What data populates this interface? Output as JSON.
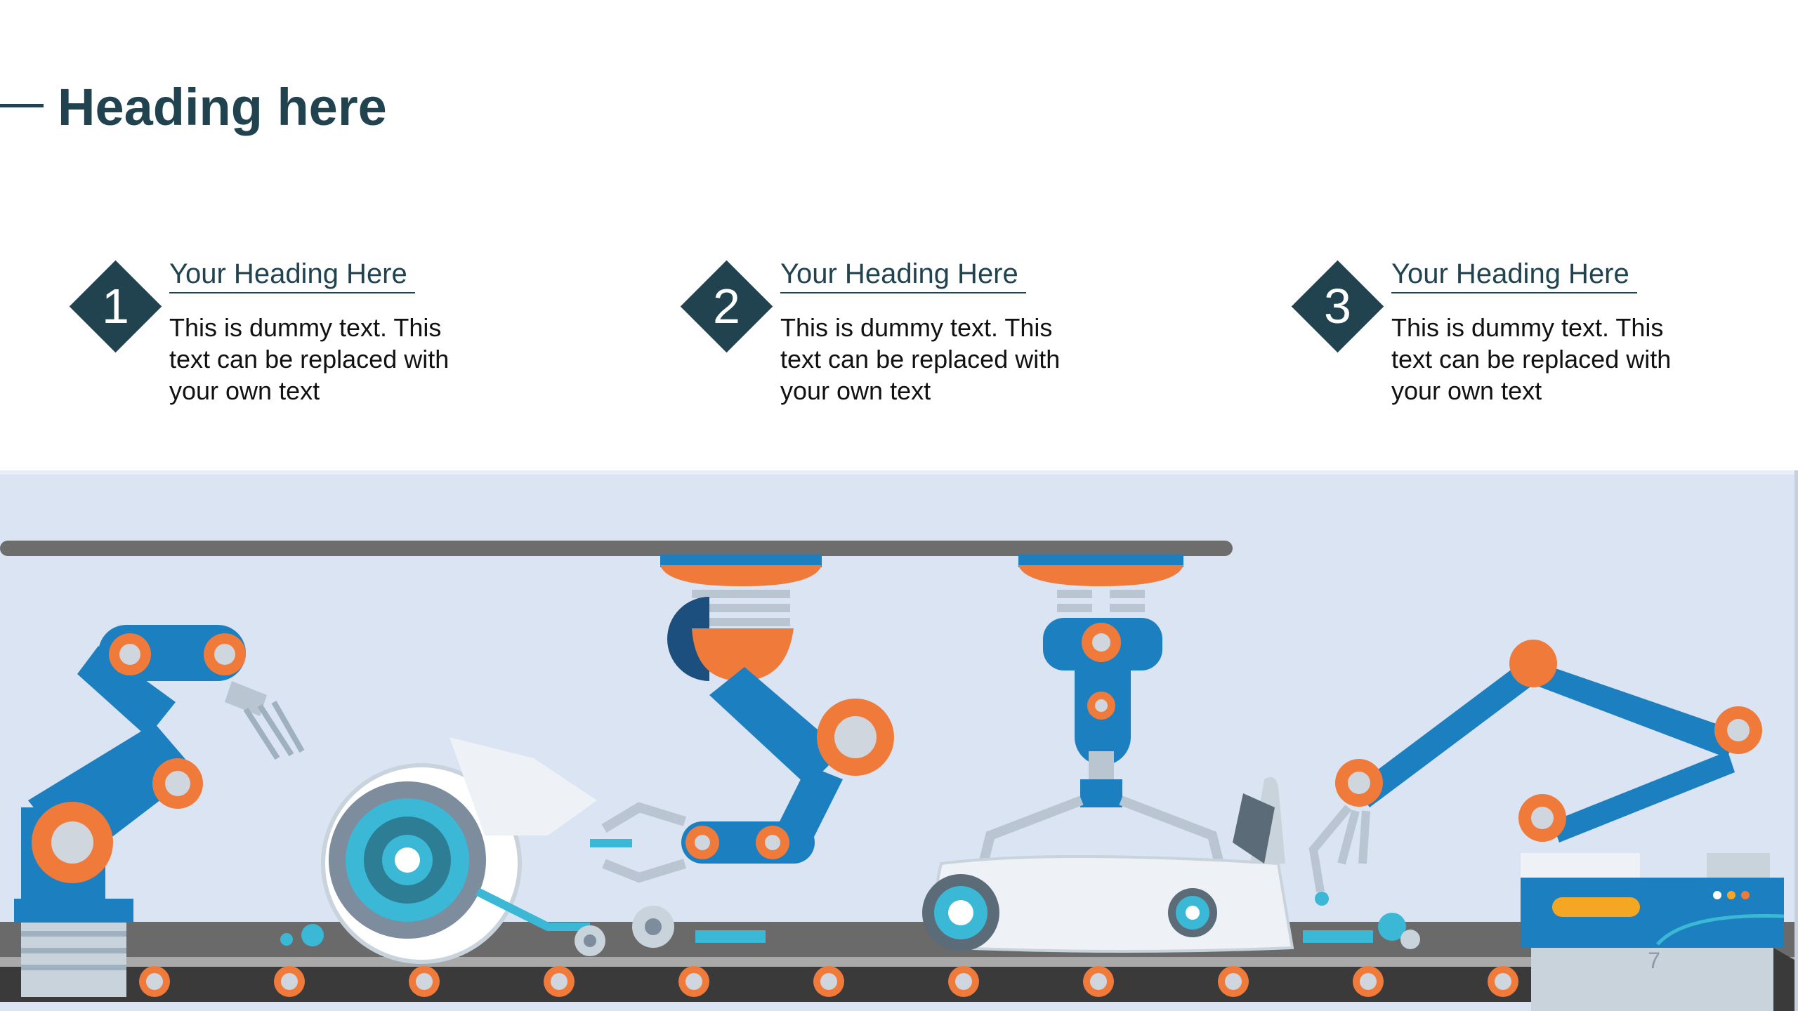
{
  "slide": {
    "title": "Heading here",
    "page_number": "7"
  },
  "items": [
    {
      "number": "1",
      "heading": "Your Heading Here",
      "body": "This is dummy text. This text can be replaced with your own text"
    },
    {
      "number": "2",
      "heading": "Your Heading Here",
      "body": "This is dummy text. This text can be replaced with your own text"
    },
    {
      "number": "3",
      "heading": "Your Heading Here",
      "body": "This is dummy text. This text can be replaced with your own text"
    }
  ],
  "illustration": {
    "description_icon": "robot-assembly-line-illustration"
  },
  "colors": {
    "primary": "#21434f",
    "orange": "#f07a3a",
    "blue": "#1c7fc0",
    "cyan": "#3ab8d6",
    "background_panel": "#dbe4f3",
    "conveyor": "#666666"
  }
}
